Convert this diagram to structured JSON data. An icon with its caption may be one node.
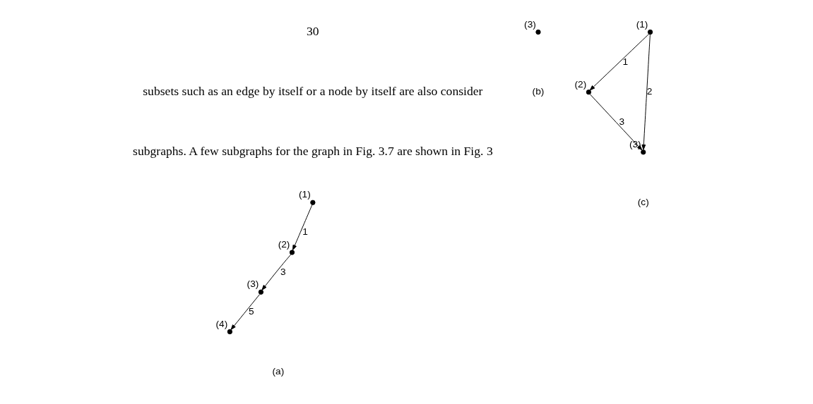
{
  "diagram": {
    "nodes": [
      {
        "text": [],
        "shape": "circle",
        "beside": [
          "(1)"
        ]
      },
      {
        "text": [],
        "shape": "circle",
        "beside": [
          "(2)"
        ]
      },
      {
        "text": [],
        "shape": "circle",
        "beside": [
          "(3)"
        ]
      },
      {
        "text": [],
        "shape": "circle",
        "beside": [
          "(4)"
        ]
      },
      {
        "text": [],
        "shape": "circle",
        "beside": [
          "(3)"
        ]
      },
      {
        "text": [],
        "shape": "circle",
        "beside": [
          "(1)"
        ]
      },
      {
        "text": [],
        "shape": "circle",
        "beside": [
          "(2)"
        ]
      },
      {
        "text": [],
        "shape": "circle",
        "beside": [
          "(3)"
        ]
      }
    ],
    "edges": [
      {
        "from": 0,
        "to": 1,
        "arrow": "to",
        "label": "1"
      },
      {
        "from": 1,
        "to": 2,
        "arrow": "to",
        "label": "3"
      },
      {
        "from": 2,
        "to": 3,
        "arrow": "to",
        "label": "5"
      },
      {
        "from": 5,
        "to": 6,
        "arrow": "to",
        "label": "1"
      },
      {
        "from": 6,
        "to": 7,
        "arrow": "to",
        "label": "3"
      },
      {
        "from": 5,
        "to": 7,
        "arrow": "to",
        "label": "2"
      }
    ],
    "labels": [
      "30",
      "subsets such as an edge by itself or a node by itself are also consider",
      "subgraphs. A few subgraphs for the graph in Fig. 3.7 are shown in Fig. 3",
      "(a)",
      "(b)",
      "(c)"
    ]
  }
}
